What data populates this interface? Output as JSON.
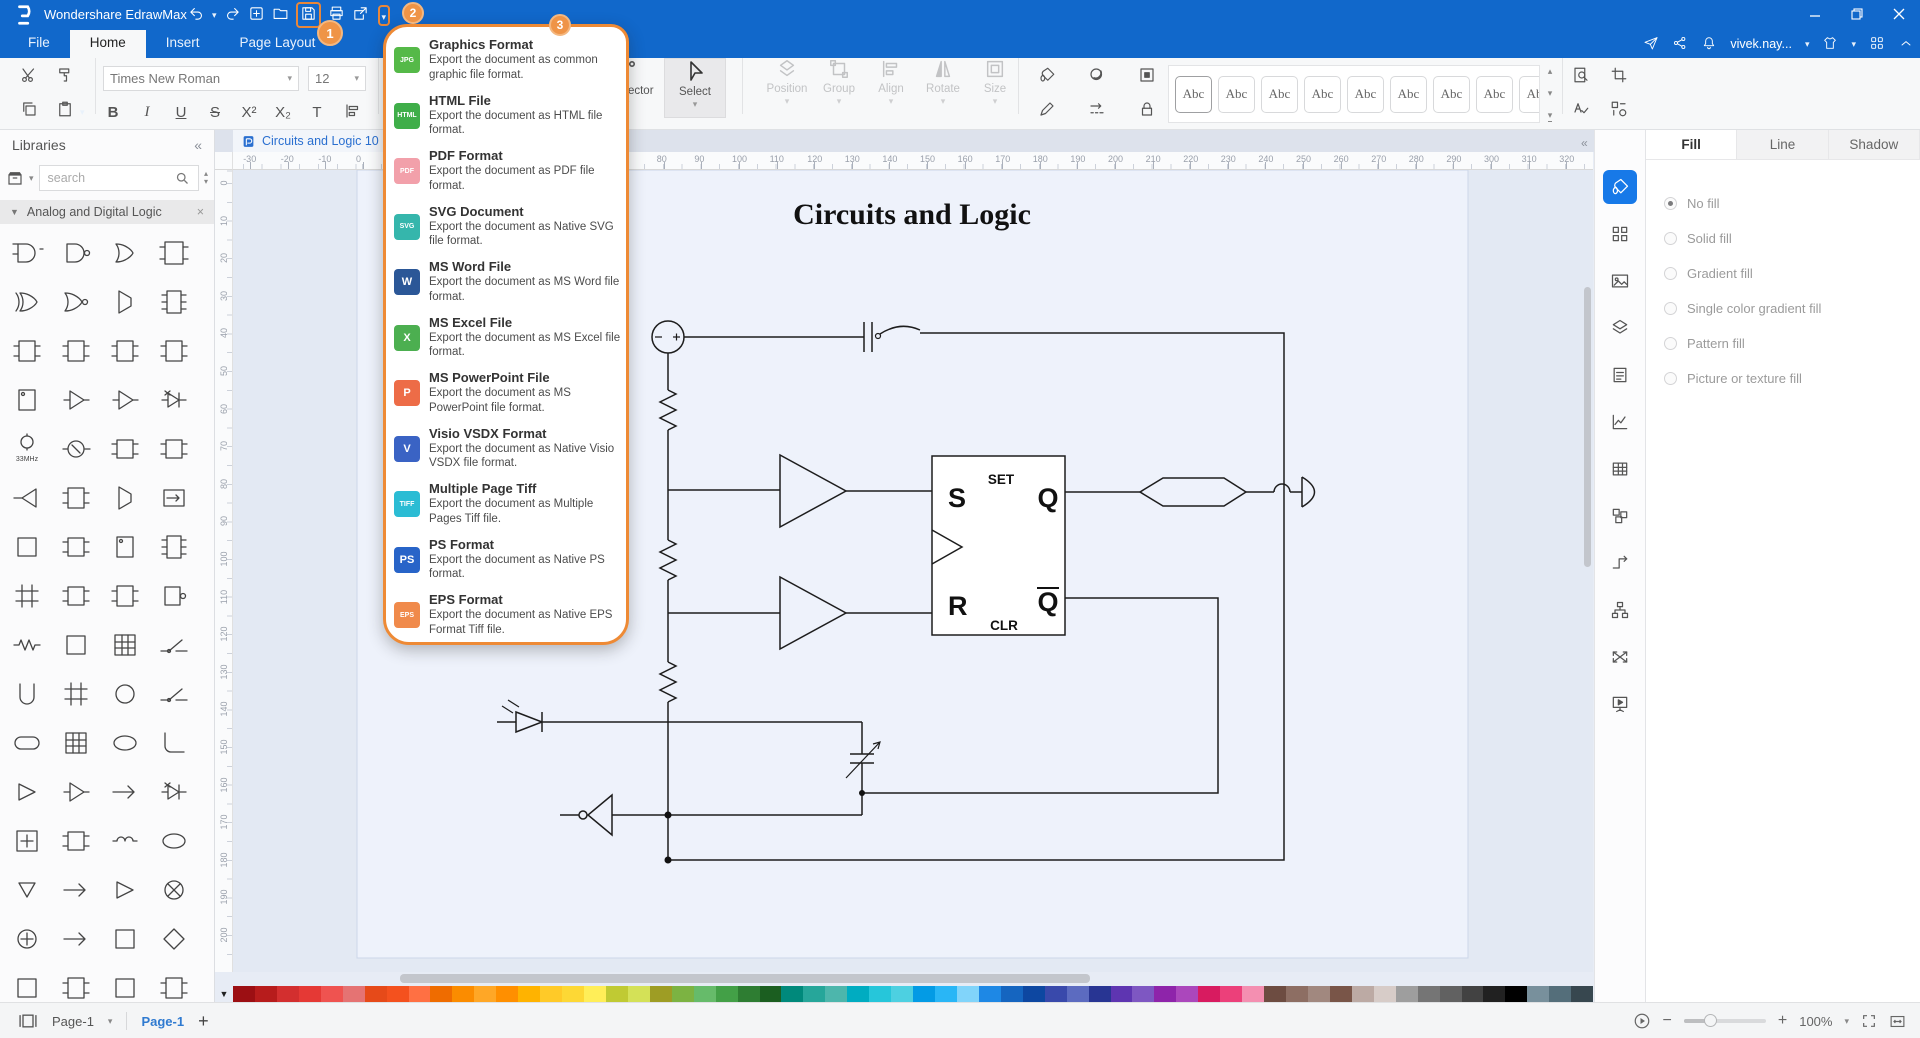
{
  "app": {
    "title": "Wondershare EdrawMax"
  },
  "titlebar": {
    "quick_access": [
      "undo",
      "redo",
      "new-document",
      "open",
      "save",
      "print",
      "export"
    ],
    "window_controls": [
      "minimize",
      "restore",
      "close"
    ]
  },
  "menubar": {
    "items": [
      "File",
      "Home",
      "Insert",
      "Page Layout"
    ],
    "active": "Home",
    "user": "vivek.nay...",
    "right_icons": [
      "send",
      "share",
      "notifications",
      "user-menu",
      "theme",
      "apps",
      "collapse-ribbon"
    ]
  },
  "ribbon": {
    "font_name": "Times New Roman",
    "font_size": "12",
    "format_buttons": [
      "B",
      "I",
      "U",
      "S",
      "X²",
      "X₂",
      "T"
    ],
    "connector_label": "Connector",
    "select_label": "Select",
    "arrange": [
      "Position",
      "Group",
      "Align",
      "Rotate",
      "Size"
    ],
    "style_sample": "Abc",
    "style_count": 9
  },
  "export_menu": {
    "items": [
      {
        "title": "Graphics Format",
        "desc": "Export the document as common graphic file format.",
        "badge": "JPG",
        "color": "#55b948"
      },
      {
        "title": "HTML File",
        "desc": "Export the document as HTML file format.",
        "badge": "HTML",
        "color": "#3fae49"
      },
      {
        "title": "PDF Format",
        "desc": "Export the document as PDF file format.",
        "badge": "PDF",
        "color": "#f2a0aa"
      },
      {
        "title": "SVG Document",
        "desc": "Export the document as Native SVG file format.",
        "badge": "SVG",
        "color": "#35b6ac"
      },
      {
        "title": "MS Word File",
        "desc": "Export the document as MS Word file format.",
        "badge": "W",
        "color": "#2b5797"
      },
      {
        "title": "MS Excel File",
        "desc": "Export the document as MS Excel file format.",
        "badge": "X",
        "color": "#4caf50"
      },
      {
        "title": "MS PowerPoint File",
        "desc": "Export the document as MS PowerPoint file format.",
        "badge": "P",
        "color": "#ed6c47"
      },
      {
        "title": "Visio VSDX Format",
        "desc": "Export the document as Native Visio VSDX file format.",
        "badge": "V",
        "color": "#3a63c4"
      },
      {
        "title": "Multiple Page Tiff",
        "desc": "Export the document as Multiple Pages Tiff file.",
        "badge": "TIFF",
        "color": "#2bbcd4"
      },
      {
        "title": "PS Format",
        "desc": "Export the document as Native PS format.",
        "badge": "PS",
        "color": "#2864c8"
      },
      {
        "title": "EPS Format",
        "desc": "Export the document as Native EPS Format Tiff file.",
        "badge": "EPS",
        "color": "#f08a4b"
      }
    ]
  },
  "annotations": {
    "badge1": "1",
    "badge2": "2",
    "badge3": "3",
    "highlight_color": "#ee8a35"
  },
  "library": {
    "title": "Libraries",
    "search_placeholder": "search",
    "section": "Analog and Digital Logic",
    "crystal_label": "33MHz",
    "symbols": [
      "and-gate",
      "nand-gate",
      "or-gate",
      "d-latch",
      "xor-gate",
      "nor-gate",
      "mux",
      "ic-pins",
      "ic-box",
      "ic-box",
      "ic-box",
      "ic-box",
      "ic-dot",
      "buffer",
      "buffer",
      "diode-x",
      "crystal",
      "resistor-circle",
      "latch",
      "latch",
      "tri-left",
      "ic-box",
      "mux",
      "shift-register",
      "box",
      "latch",
      "ic-dot",
      "ic-pins",
      "hash-box",
      "latch",
      "ic-box",
      "gate-bubble",
      "resistor",
      "box",
      "grid-box",
      "switch",
      "u-shape",
      "hash-box",
      "circle",
      "switch",
      "capsule",
      "grid-box",
      "oval",
      "corner-wire",
      "triangle",
      "buffer",
      "arrow",
      "diode-x",
      "plus-box",
      "latch",
      "coil",
      "oval",
      "triangle-down",
      "arrow",
      "triangle",
      "x-gate",
      "plus-circle",
      "arrow",
      "box",
      "diamond",
      "box",
      "ic-box",
      "box",
      "ic-box"
    ]
  },
  "document": {
    "tab_title": "Circuits and Logic 10",
    "page_title": "Circuits and Logic",
    "flip_flop": {
      "s": "S",
      "set": "SET",
      "q": "Q",
      "r": "R",
      "clr": "CLR",
      "q_bar": "Q"
    }
  },
  "rulers": {
    "h": {
      "start": -30,
      "end": 320,
      "step": 10
    },
    "v": {
      "start": 0,
      "end": 200,
      "step": 10
    }
  },
  "fill_panel": {
    "tabs": [
      "Fill",
      "Line",
      "Shadow"
    ],
    "active_tab": "Fill",
    "options": [
      {
        "label": "No fill",
        "selected": true
      },
      {
        "label": "Solid fill",
        "selected": false
      },
      {
        "label": "Gradient fill",
        "selected": false
      },
      {
        "label": "Single color gradient fill",
        "selected": false
      },
      {
        "label": "Pattern fill",
        "selected": false
      },
      {
        "label": "Picture or texture fill",
        "selected": false
      }
    ]
  },
  "right_rail": {
    "icons": [
      "fill-style",
      "components",
      "image",
      "layers",
      "note",
      "chart",
      "table",
      "clipart",
      "connector-style",
      "org-chart",
      "cross-arrows",
      "presentation"
    ]
  },
  "palette": {
    "colors": [
      "#9c0f13",
      "#b71c1c",
      "#d32f2f",
      "#e53935",
      "#ef5350",
      "#e57373",
      "#e64a19",
      "#f4511e",
      "#ff7043",
      "#ef6c00",
      "#fb8c00",
      "#ffa726",
      "#ff8f00",
      "#ffb300",
      "#ffca28",
      "#fdd835",
      "#ffee58",
      "#c0ca33",
      "#d4e157",
      "#9e9d24",
      "#7cb342",
      "#66bb6a",
      "#43a047",
      "#2e7d32",
      "#1b5e20",
      "#00897b",
      "#26a69a",
      "#4db6ac",
      "#00acc1",
      "#26c6da",
      "#4dd0e1",
      "#039be5",
      "#29b6f6",
      "#81d4fa",
      "#1e88e5",
      "#1565c0",
      "#0d47a1",
      "#3949ab",
      "#5c6bc0",
      "#283593",
      "#5e35b1",
      "#7e57c2",
      "#8e24aa",
      "#ab47bc",
      "#d81b60",
      "#ec407a",
      "#f48fb1",
      "#6d4c41",
      "#8d6e63",
      "#a1887f",
      "#795548",
      "#bcaaa4",
      "#d7ccc8",
      "#9e9e9e",
      "#757575",
      "#616161",
      "#424242",
      "#212121",
      "#000000",
      "#78909c",
      "#546e7a",
      "#37474f"
    ]
  },
  "statusbar": {
    "page_selector": "Page-1",
    "page_tab": "Page-1",
    "zoom": "100%"
  }
}
